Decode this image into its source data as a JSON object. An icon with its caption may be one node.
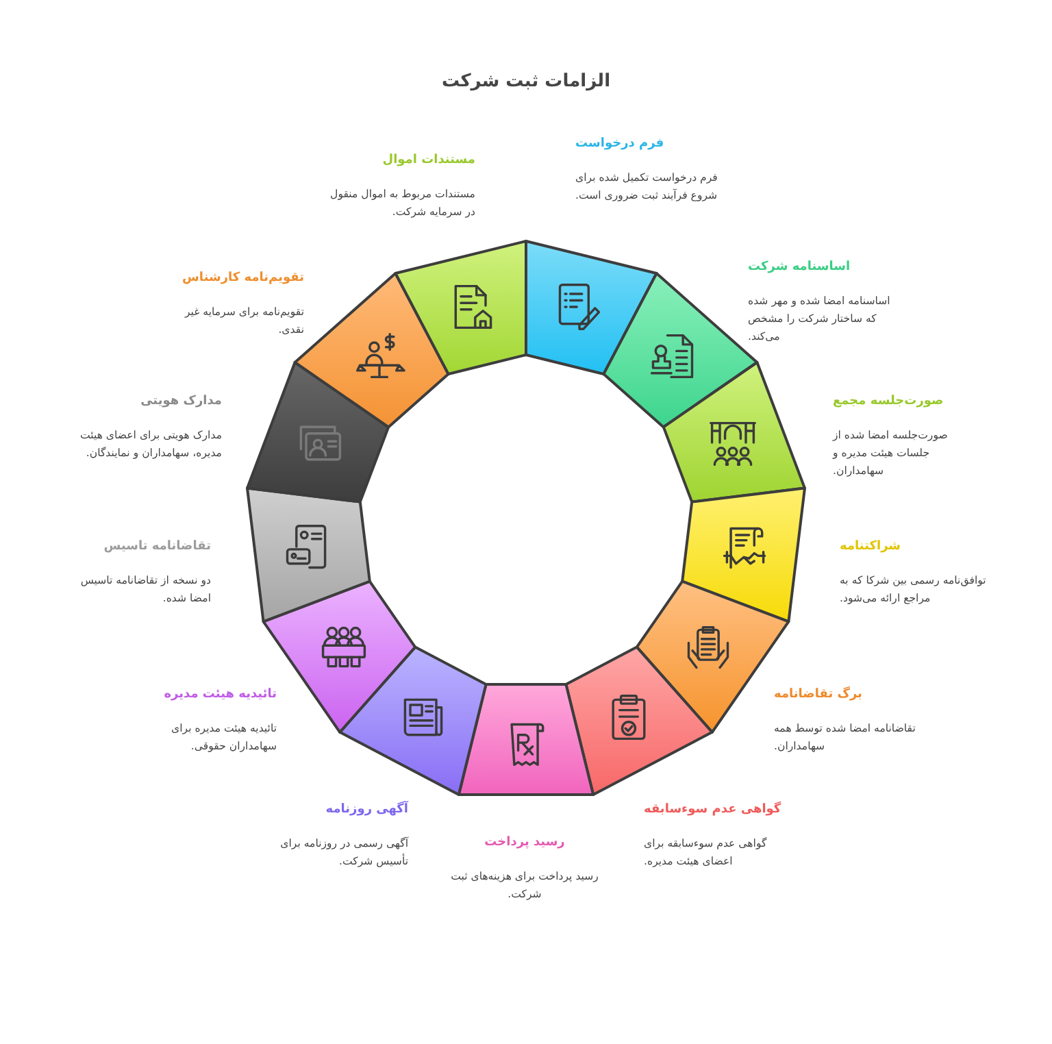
{
  "diagram": {
    "title": "الزامات ثبت شرکت",
    "nodes": [
      {
        "text": [],
        "shape": "segment",
        "beside": [
          "فرم درخواست",
          "فرم درخواست تکمیل شده برای شروع فرآیند ثبت ضروری است."
        ]
      },
      {
        "text": [],
        "shape": "segment",
        "beside": [
          "اساسنامه شرکت",
          "اساسنامه امضا شده و مهر شده که ساختار شرکت را مشخص می‌کند."
        ]
      },
      {
        "text": [],
        "shape": "segment",
        "beside": [
          "صورت‌جلسه مجمع",
          "صورت‌جلسه امضا شده از جلسات هیئت مدیره و سهامداران."
        ]
      },
      {
        "text": [],
        "shape": "segment",
        "beside": [
          "شراکتنامه",
          "توافق‌نامه رسمی بین شرکا که به مراجع ارائه می‌شود."
        ]
      },
      {
        "text": [],
        "shape": "segment",
        "beside": [
          "برگ تقاضانامه",
          "تقاضانامه امضا شده توسط همه سهامداران."
        ]
      },
      {
        "text": [],
        "shape": "segment",
        "beside": [
          "گواهی عدم سوء‌سابقه",
          "گواهی عدم سوء‌سابقه برای اعضای هیئت مدیره."
        ]
      },
      {
        "text": [],
        "shape": "segment",
        "beside": [
          "رسید پرداخت",
          "رسید پرداخت برای هزینه‌های ثبت شرکت."
        ]
      },
      {
        "text": [],
        "shape": "segment",
        "beside": [
          "آگهی روزنامه",
          "آگهی رسمی در روزنامه برای تأسیس شرکت."
        ]
      },
      {
        "text": [],
        "shape": "segment",
        "beside": [
          "تائیدیه هیئت مدیره",
          "تائیدیه هیئت مدیره برای سهامداران حقوقی."
        ]
      },
      {
        "text": [],
        "shape": "segment",
        "beside": [
          "تقاضانامه تاسیس",
          "دو نسخه از تقاضانامه تاسیس امضا شده."
        ]
      },
      {
        "text": [],
        "shape": "segment",
        "beside": [
          "مدارک هویتی",
          "مدارک هویتی برای اعضای هیئت مدیره، سهامداران و نمایندگان."
        ]
      },
      {
        "text": [],
        "shape": "segment",
        "beside": [
          "تقویم‌نامه کارشناس",
          "تقویم‌نامه برای سرمایه غیر نقدی."
        ]
      },
      {
        "text": [],
        "shape": "segment",
        "beside": [
          "مستندات اموال",
          "مستندات مربوط به اموال منقول در سرمایه شرکت."
        ]
      }
    ]
  }
}
